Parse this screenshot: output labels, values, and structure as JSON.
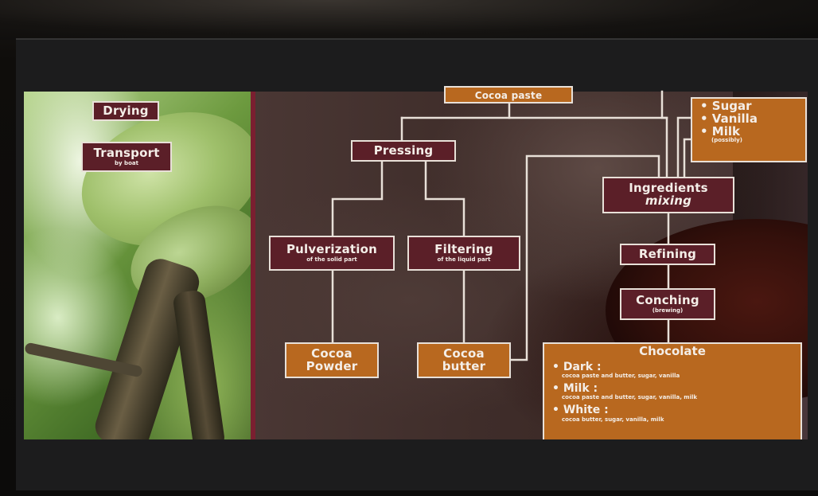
{
  "colors": {
    "box_dark": "#5b1f28",
    "box_orange": "#b8681f",
    "connector": "#e8e0d8",
    "divider": "#7a1f30"
  },
  "left_panel": {
    "drying": "Drying",
    "transport": "Transport",
    "transport_sub": "by boat"
  },
  "diagram": {
    "cocoa_paste": "Cocoa paste",
    "pressing": "Pressing",
    "pulverization": "Pulverization",
    "pulverization_sub": "of the solid part",
    "filtering": "Filtering",
    "filtering_sub": "of the liquid part",
    "cocoa_powder_1": "Cocoa",
    "cocoa_powder_2": "Powder",
    "cocoa_butter_1": "Cocoa",
    "cocoa_butter_2": "butter",
    "ingredients_1": "Ingredients",
    "ingredients_2": "mixing",
    "refining": "Refining",
    "conching": "Conching",
    "conching_sub": "(brewing)",
    "sugar": "• Sugar",
    "vanilla": "• Vanilla",
    "milk": "• Milk",
    "milk_sub": "(possibly)",
    "chocolate": {
      "title": "Chocolate",
      "dark_name": "• Dark :",
      "dark_desc": "cocoa paste and butter, sugar, vanilla",
      "milk_name": "• Milk :",
      "milk_desc": "cocoa paste and butter, sugar, vanilla, milk",
      "white_name": "• White :",
      "white_desc": "cocoa butter, sugar, vanilla, milk"
    }
  }
}
